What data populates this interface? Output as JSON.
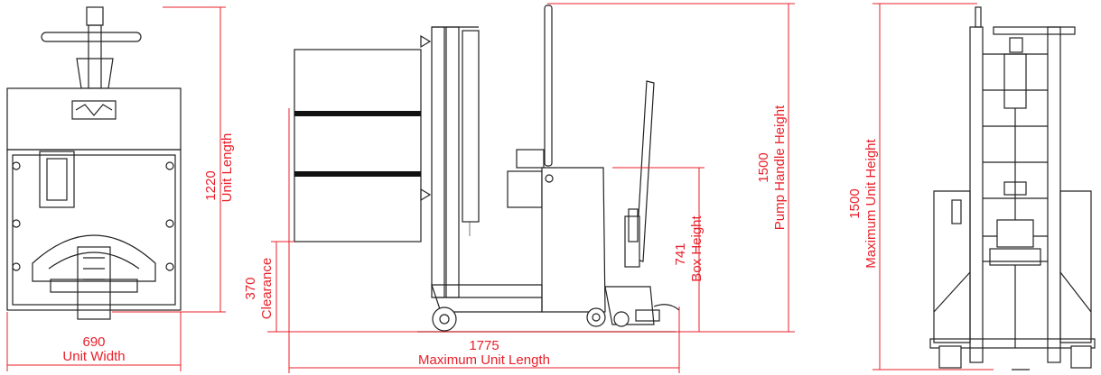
{
  "colors": {
    "dimension": "#e8202a",
    "line": "#222222",
    "background": "#ffffff"
  },
  "views": {
    "top": {
      "unit_length_value": "1220",
      "unit_length_label": "Unit Length",
      "unit_width_value": "690",
      "unit_width_label": "Unit Width"
    },
    "side": {
      "clearance_value": "370",
      "clearance_label": "Clearance",
      "box_height_value": "741",
      "box_height_label": "Box Height",
      "pump_handle_value": "1500",
      "pump_handle_label": "Pump Handle Height",
      "max_length_value": "1775",
      "max_length_label": "Maximum Unit Length"
    },
    "rear": {
      "max_height_value": "1500",
      "max_height_label": "Maximum Unit Height"
    }
  }
}
